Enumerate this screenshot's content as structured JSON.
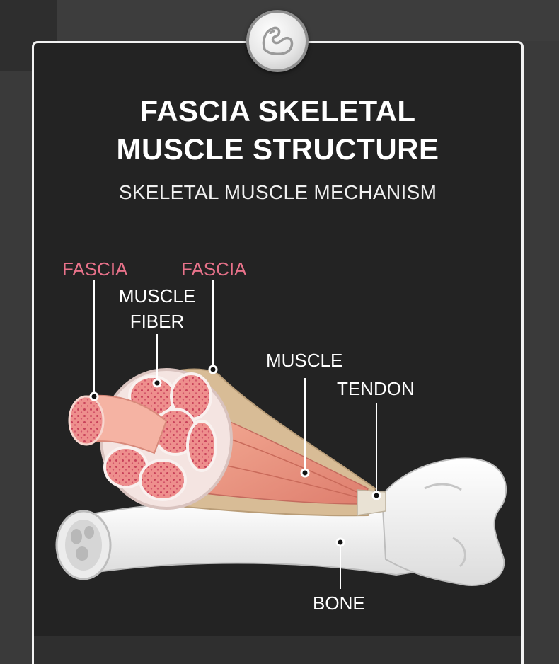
{
  "header": {
    "title_line1": "FASCIA SKELETAL",
    "title_line2": "MUSCLE STRUCTURE",
    "subtitle": "SKELETAL MUSCLE MECHANISM"
  },
  "badge": {
    "icon": "flexed-arm-icon"
  },
  "labels": {
    "fascia_left": "FASCIA",
    "fascia_right": "FASCIA",
    "muscle_fiber_line1": "MUSCLE",
    "muscle_fiber_line2": "FIBER",
    "muscle": "MUSCLE",
    "tendon": "TENDON",
    "bone": "BONE"
  },
  "colors": {
    "background": "#232323",
    "fascia_label": "#e8728a",
    "label": "#ffffff",
    "muscle": "#f08c7c",
    "fascia_sheath": "#d8bc96",
    "bone": "#f4f4f4"
  }
}
